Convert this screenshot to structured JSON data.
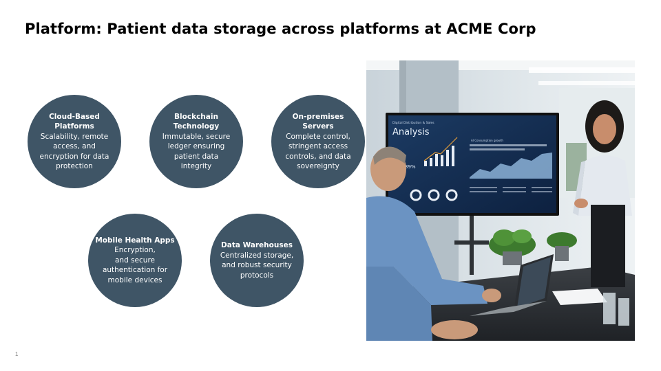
{
  "slide": {
    "title": "Platform: Patient data storage across platforms at ACME Corp",
    "number": "1"
  },
  "circles": [
    {
      "title_lines": [
        "Cloud-Based",
        "Platforms"
      ],
      "body_lines": [
        "Scalability, remote",
        "access, and",
        "encryption for data",
        "protection"
      ]
    },
    {
      "title_lines": [
        "Blockchain",
        "Technology"
      ],
      "body_lines": [
        "Immutable, secure",
        "ledger ensuring",
        "patient data",
        "integrity"
      ]
    },
    {
      "title_lines": [
        "On-premises",
        "Servers"
      ],
      "body_lines": [
        "Complete control,",
        "stringent access",
        "controls, and data",
        "sovereignty"
      ]
    },
    {
      "title_lines": [
        "Mobile Health Apps"
      ],
      "body_lines": [
        "Encryption,",
        "and secure",
        "authentication for",
        "mobile devices"
      ]
    },
    {
      "title_lines": [
        "Data Warehouses"
      ],
      "body_lines": [
        "Centralized storage,",
        "and robust security",
        "protocols"
      ]
    }
  ],
  "photo": {
    "screen_title": "Analysis",
    "screen_subtitle": "Digital Distribution & Sales",
    "screen_chart_label": "AI Consumption growth",
    "screen_percent": "39%"
  },
  "colors": {
    "circle_fill": "#3f5566",
    "title_text": "#000000"
  }
}
